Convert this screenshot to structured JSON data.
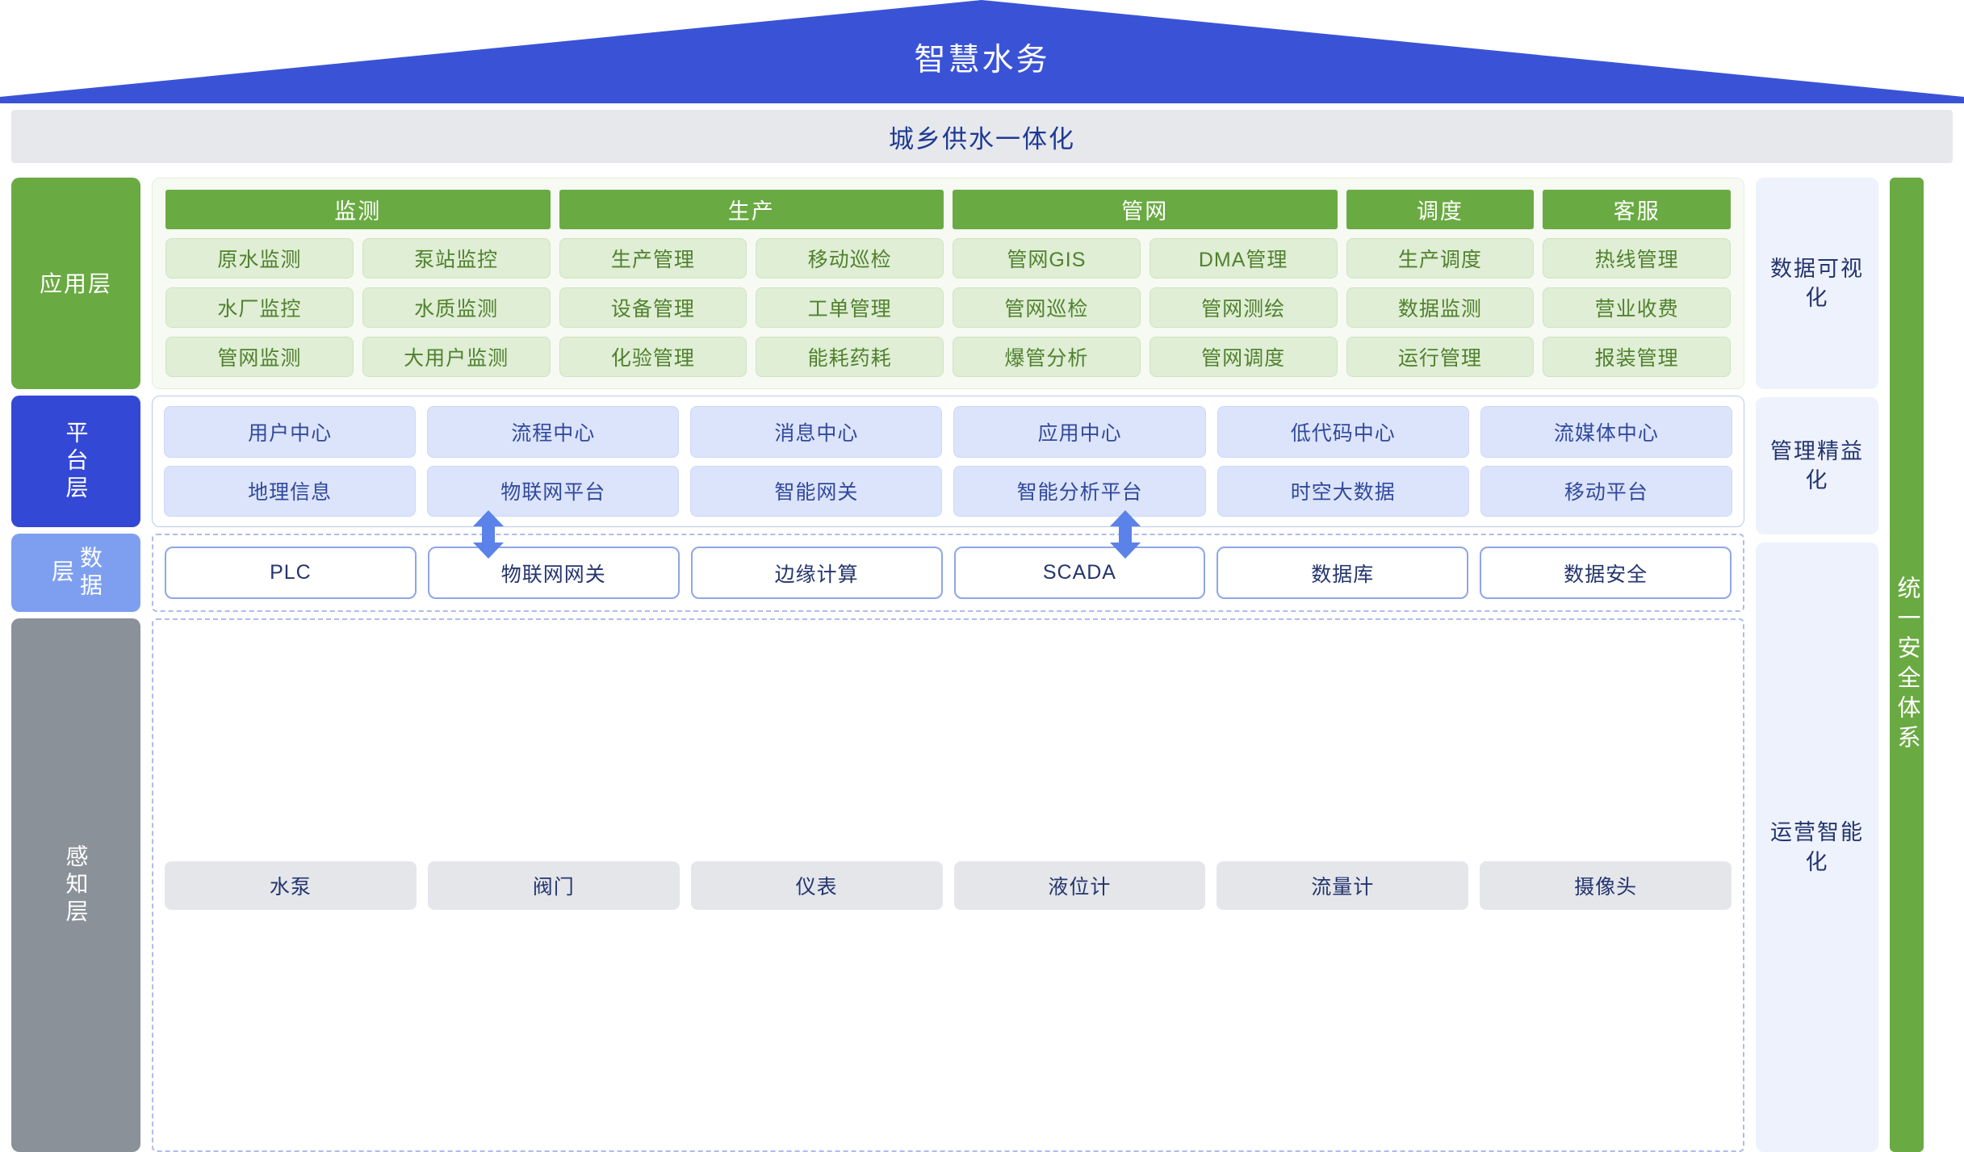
{
  "header": {
    "title": "智慧水务",
    "subtitle": "城乡供水一体化",
    "triangle_color": "#3a53d6",
    "subtitle_band_color": "#e6e8ec",
    "subtitle_text_color": "#1f3a93"
  },
  "layers": [
    {
      "key": "application",
      "label": "应用层",
      "color": "#6aaa42",
      "orientation": "horizontal"
    },
    {
      "key": "platform",
      "label": "平台层",
      "color": "#3448d6",
      "orientation": "vertical"
    },
    {
      "key": "data",
      "label": "数据层",
      "color": "#7e9ff0",
      "orientation": "vertical"
    },
    {
      "key": "sensing",
      "label": "感知层",
      "color": "#8b9199",
      "orientation": "vertical"
    }
  ],
  "application_layer": {
    "headers": [
      {
        "label": "监测",
        "span": 2
      },
      {
        "label": "生产",
        "span": 2
      },
      {
        "label": "管网",
        "span": 2
      },
      {
        "label": "调度",
        "span": 1
      },
      {
        "label": "客服",
        "span": 1
      }
    ],
    "rows": [
      [
        "原水监测",
        "泵站监控",
        "生产管理",
        "移动巡检",
        "管网GIS",
        "DMA管理",
        "生产调度",
        "热线管理"
      ],
      [
        "水厂监控",
        "水质监测",
        "设备管理",
        "工单管理",
        "管网巡检",
        "管网测绘",
        "数据监测",
        "营业收费"
      ],
      [
        "管网监测",
        "大用户监测",
        "化验管理",
        "能耗药耗",
        "爆管分析",
        "管网调度",
        "运行管理",
        "报装管理"
      ]
    ],
    "header_color": "#6aaa42",
    "cell_color": "#dfeed4",
    "cell_text_color": "#51812f"
  },
  "platform_layer": {
    "rows": [
      [
        "用户中心",
        "流程中心",
        "消息中心",
        "应用中心",
        "低代码中心",
        "流媒体中心"
      ],
      [
        "地理信息",
        "物联网平台",
        "智能网关",
        "智能分析平台",
        "时空大数据",
        "移动平台"
      ]
    ],
    "cell_color": "#dbe4fb",
    "cell_text_color": "#32499c"
  },
  "data_layer": {
    "cells": [
      "PLC",
      "物联网网关",
      "边缘计算",
      "SCADA",
      "数据库",
      "数据安全"
    ],
    "border_color": "#8ea6e8",
    "cell_text_color": "#24356e"
  },
  "sensing_layer": {
    "cells": [
      "水泵",
      "阀门",
      "仪表",
      "液位计",
      "流量计",
      "摄像头"
    ],
    "cell_color": "#e4e6ea",
    "cell_text_color": "#24356e"
  },
  "value_column": {
    "boxes": [
      "数据可视化",
      "管理精益化",
      "运营智能化"
    ],
    "box_color": "#eef2fc",
    "text_color": "#24356e"
  },
  "security": {
    "label": "统一安全体系",
    "color": "#6aaa42"
  },
  "connectors": {
    "arrow_color": "#5b82e8",
    "icon": "double-arrow-vertical",
    "count": 2
  }
}
